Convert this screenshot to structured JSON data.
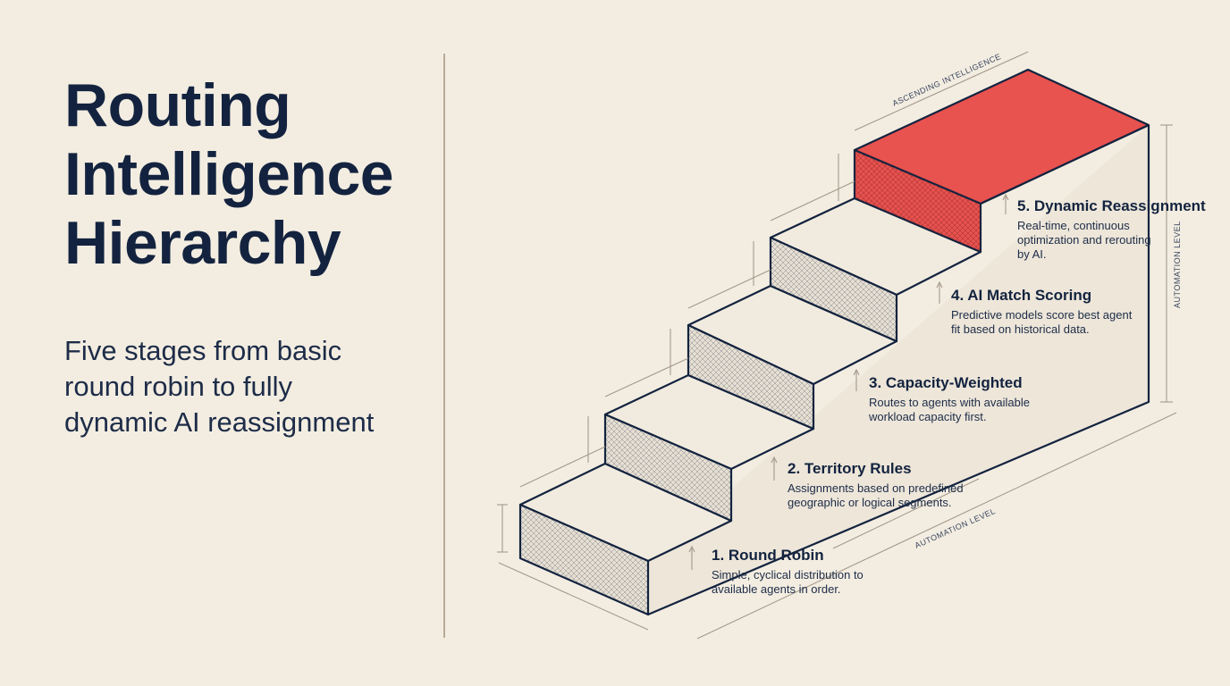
{
  "title_lines": [
    "Routing",
    "Intelligence",
    "Hierarchy"
  ],
  "subtitle_lines": [
    "Five stages from basic",
    "round robin to fully",
    "dynamic AI reassignment"
  ],
  "axes": {
    "top_label": "ASCENDING INTELLIGENCE",
    "right_label": "AUTOMATION LEVEL",
    "bottom_label": "AUTOMATION LEVEL"
  },
  "colors": {
    "background": "#f3ede1",
    "ink": "#13233f",
    "accent": "#e8524f",
    "tread": "#f1ebdf",
    "riser": "#e6dfd2",
    "dimension": "#a4988a"
  },
  "stages": [
    {
      "title": "1. Round Robin",
      "desc": [
        "Simple, cyclical distribution to",
        "available agents in order."
      ]
    },
    {
      "title": "2. Territory Rules",
      "desc": [
        "Assignments based on predefined",
        "geographic or logical segments."
      ]
    },
    {
      "title": "3. Capacity-Weighted",
      "desc": [
        "Routes to agents with available",
        "workload capacity first."
      ]
    },
    {
      "title": "4. AI Match Scoring",
      "desc": [
        "Predictive models score best agent",
        "fit based on historical data."
      ]
    },
    {
      "title": "5. Dynamic Reassignment",
      "desc": [
        "Real-time, continuous",
        "optimization and rerouting",
        "by AI."
      ]
    }
  ]
}
